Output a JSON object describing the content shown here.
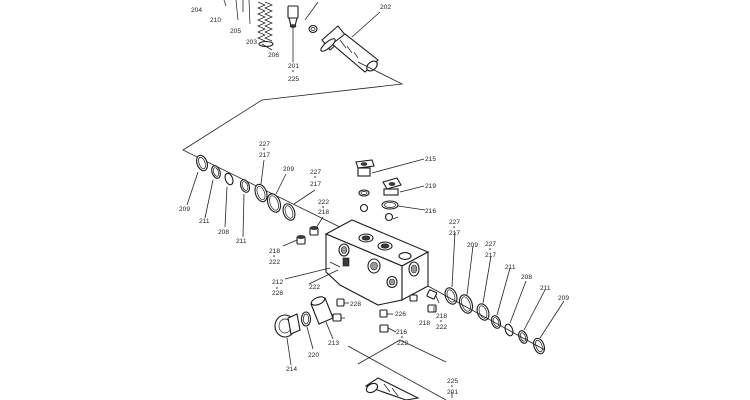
{
  "diagram": {
    "callouts": [
      {
        "id": "c204",
        "text": "204"
      },
      {
        "id": "c210",
        "text": "210"
      },
      {
        "id": "c205",
        "text": "205"
      },
      {
        "id": "c203",
        "text": "203"
      },
      {
        "id": "c206",
        "text": "206"
      },
      {
        "id": "c201a",
        "text": "201"
      },
      {
        "id": "c225a",
        "text": "225"
      },
      {
        "id": "c202",
        "text": "202"
      },
      {
        "id": "c227a",
        "text": "227"
      },
      {
        "id": "c217a",
        "text": "217"
      },
      {
        "id": "c209a",
        "text": "209"
      },
      {
        "id": "c227b",
        "text": "227"
      },
      {
        "id": "c217b",
        "text": "217"
      },
      {
        "id": "c222a",
        "text": "222"
      },
      {
        "id": "c218a",
        "text": "218"
      },
      {
        "id": "c209b",
        "text": "209"
      },
      {
        "id": "c211a",
        "text": "211"
      },
      {
        "id": "c208a",
        "text": "208"
      },
      {
        "id": "c211b",
        "text": "211"
      },
      {
        "id": "c218b",
        "text": "218"
      },
      {
        "id": "c222b",
        "text": "222"
      },
      {
        "id": "c212",
        "text": "212"
      },
      {
        "id": "c228a",
        "text": "228"
      },
      {
        "id": "c222c",
        "text": "222"
      },
      {
        "id": "c215",
        "text": "215"
      },
      {
        "id": "c219",
        "text": "219"
      },
      {
        "id": "c216a",
        "text": "216"
      },
      {
        "id": "c227c",
        "text": "227"
      },
      {
        "id": "c217c",
        "text": "217"
      },
      {
        "id": "c209c",
        "text": "209"
      },
      {
        "id": "c227d",
        "text": "227"
      },
      {
        "id": "c217d",
        "text": "217"
      },
      {
        "id": "c211c",
        "text": "211"
      },
      {
        "id": "c208b",
        "text": "208"
      },
      {
        "id": "c211d",
        "text": "211"
      },
      {
        "id": "c209d",
        "text": "209"
      },
      {
        "id": "c228b",
        "text": "228"
      },
      {
        "id": "c226",
        "text": "226"
      },
      {
        "id": "c216b",
        "text": "216"
      },
      {
        "id": "c222d",
        "text": "222"
      },
      {
        "id": "c218c",
        "text": "218"
      },
      {
        "id": "c218d",
        "text": "218"
      },
      {
        "id": "c222e",
        "text": "222"
      },
      {
        "id": "c214",
        "text": "214"
      },
      {
        "id": "c220",
        "text": "220"
      },
      {
        "id": "c213",
        "text": "213"
      },
      {
        "id": "c225b",
        "text": "225"
      },
      {
        "id": "c201b",
        "text": "201"
      }
    ]
  }
}
